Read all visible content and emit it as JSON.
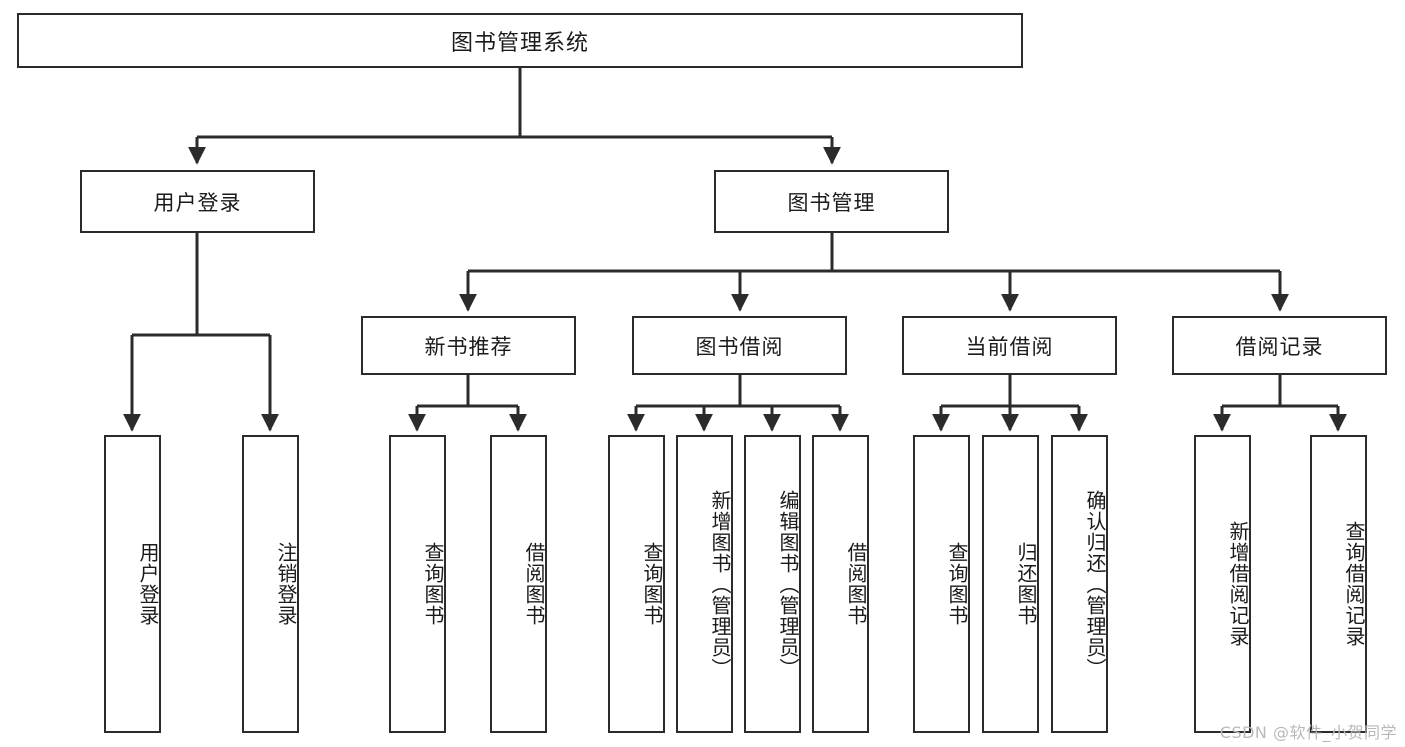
{
  "diagram": {
    "title": "图书管理系统",
    "type": "hierarchy-tree",
    "colors": {
      "box_border": "#2b2b2b",
      "box_fill": "#ffffff",
      "edge": "#2b2b2b",
      "text": "#1b1b1b",
      "watermark": "#b9b9b9"
    },
    "root": {
      "label": "图书管理系统"
    },
    "level2": [
      {
        "label": "用户登录"
      },
      {
        "label": "图书管理"
      }
    ],
    "level3": [
      {
        "label": "新书推荐"
      },
      {
        "label": "图书借阅"
      },
      {
        "label": "当前借阅"
      },
      {
        "label": "借阅记录"
      }
    ],
    "leaves": {
      "user_login": [
        {
          "label": "用户登录"
        },
        {
          "label": "注销登录"
        }
      ],
      "new_book_recommend": [
        {
          "label": "查询图书"
        },
        {
          "label": "借阅图书"
        }
      ],
      "book_borrow": [
        {
          "label": "查询图书"
        },
        {
          "label": "新增图书（管理员）"
        },
        {
          "label": "编辑图书（管理员）"
        },
        {
          "label": "借阅图书"
        }
      ],
      "current_borrow": [
        {
          "label": "查询图书"
        },
        {
          "label": "归还图书"
        },
        {
          "label": "确认归还（管理员）"
        }
      ],
      "borrow_record": [
        {
          "label": "新增借阅记录"
        },
        {
          "label": "查询借阅记录"
        }
      ]
    },
    "watermark": "CSDN @软件_小贺同学"
  }
}
